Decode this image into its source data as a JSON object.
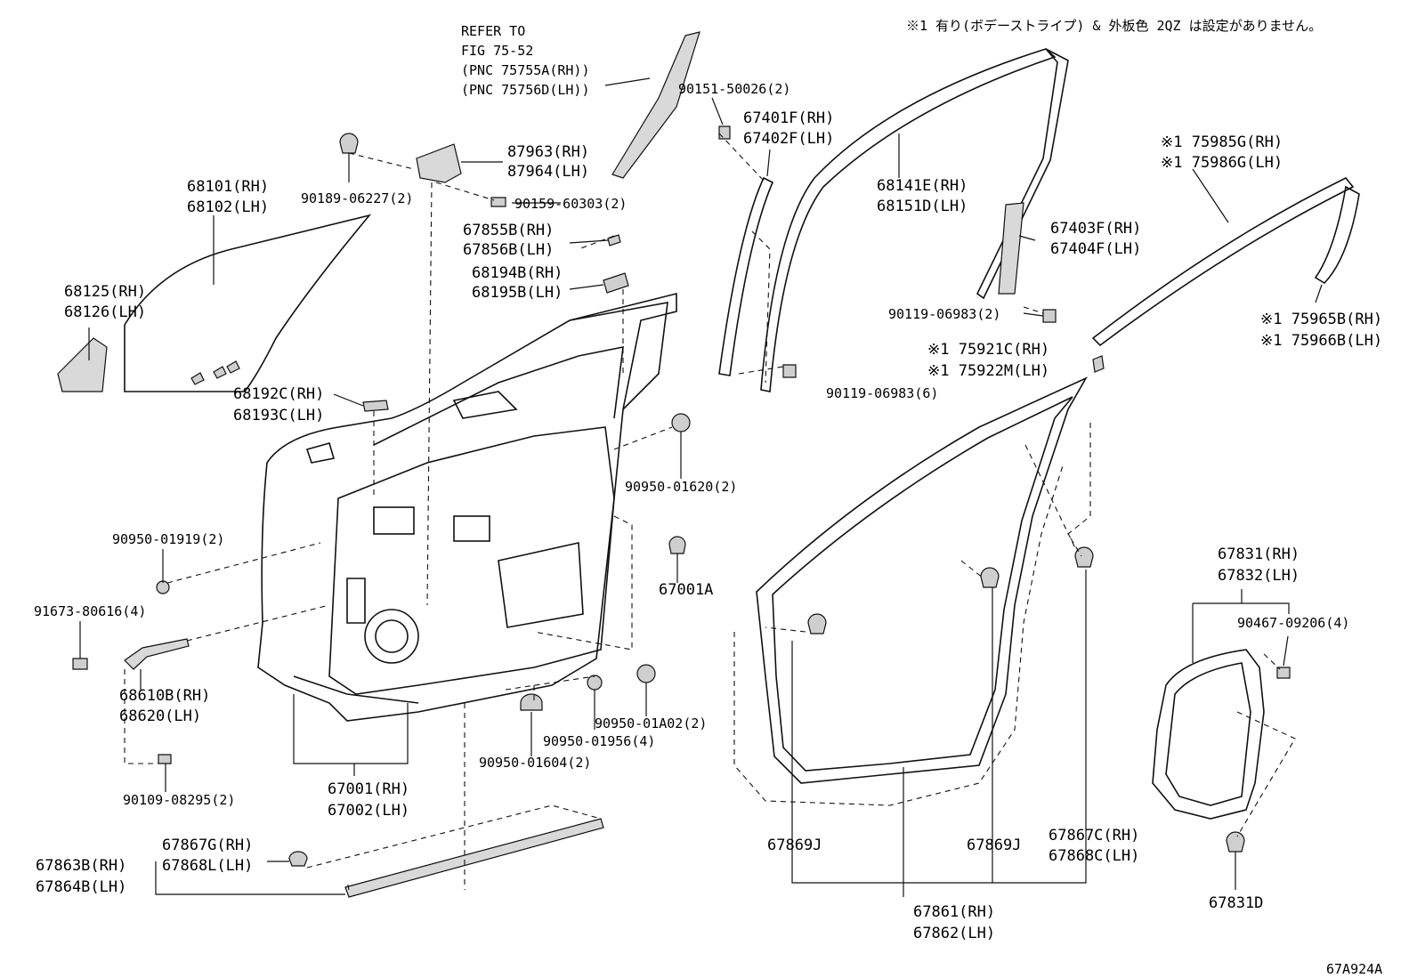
{
  "note": "※1 有り(ボデーストライプ) & 外板色 2QZ は設定がありません。",
  "figure_code": "67A924A",
  "refer": [
    "REFER TO",
    "FIG 75-52",
    "(PNC 75755A(RH))",
    "(PNC 75756D(LH))"
  ],
  "labels": {
    "p90151": "90151-50026(2)",
    "p87963": "87963(RH)",
    "p87964": "87964(LH)",
    "p90189": "90189-06227(2)",
    "p90159": "90159-60303(2)",
    "p68101": "68101(RH)",
    "p68102": "68102(LH)",
    "p67855": "67855B(RH)",
    "p67856": "67856B(LH)",
    "p68194": "68194B(RH)",
    "p68195": "68195B(LH)",
    "p68125": "68125(RH)",
    "p68126": "68126(LH)",
    "p68192": "68192C(RH)",
    "p68193": "68193C(LH)",
    "p67401": "67401F(RH)",
    "p67402": "67402F(LH)",
    "p68141": "68141E(RH)",
    "p68151": "68151D(LH)",
    "p67403": "67403F(RH)",
    "p67404": "67404F(LH)",
    "p75985": "※1 75985G(RH)",
    "p75986": "※1 75986G(LH)",
    "p90119a": "90119-06983(2)",
    "p75965": "※1 75965B(RH)",
    "p75966": "※1 75966B(LH)",
    "p75921": "※1 75921C(RH)",
    "p75922": "※1 75922M(LH)",
    "p90119b": "90119-06983(6)",
    "p90950_01620": "90950-01620(2)",
    "p90950_01919": "90950-01919(2)",
    "p67001a": "67001A",
    "p91673": "91673-80616(4)",
    "p68610": "68610B(RH)",
    "p68620": "68620(LH)",
    "p90950_01a02": "90950-01A02(2)",
    "p90950_01956": "90950-01956(4)",
    "p90950_01604": "90950-01604(2)",
    "p90109": "90109-08295(2)",
    "p67001": "67001(RH)",
    "p67002": "67002(LH)",
    "p67867g": "67867G(RH)",
    "p67868l": "67868L(LH)",
    "p67863": "67863B(RH)",
    "p67864": "67864B(LH)",
    "p67831": "67831(RH)",
    "p67832": "67832(LH)",
    "p90467": "90467-09206(4)",
    "p67869j_a": "67869J",
    "p67869j_b": "67869J",
    "p67867c": "67867C(RH)",
    "p67868c": "67868C(LH)",
    "p67831d": "67831D",
    "p67861": "67861(RH)",
    "p67862": "67862(LH)"
  }
}
